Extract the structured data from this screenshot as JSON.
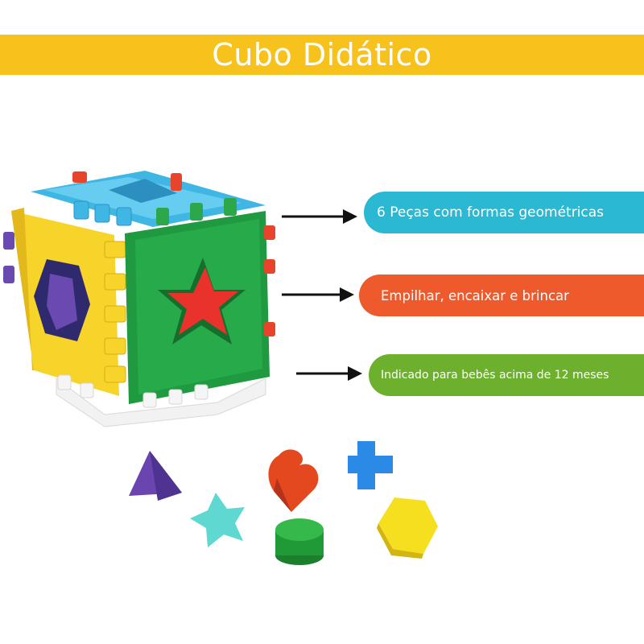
{
  "banner": {
    "title": "Cubo Didático",
    "color": "#f7c21b"
  },
  "features": [
    {
      "label": "6 Peças com formas geométricas",
      "color": "#2ab8d2"
    },
    {
      "label": "Empilhar, encaixar e brincar",
      "color": "#ee5a2c"
    },
    {
      "label": "Indicado para bebês acima de 12 meses",
      "color": "#6cb02e"
    }
  ],
  "product_image": {
    "subject": "cube-toy",
    "pieces": [
      "triangle",
      "star",
      "heart",
      "cylinder",
      "cross",
      "hexagon"
    ]
  }
}
